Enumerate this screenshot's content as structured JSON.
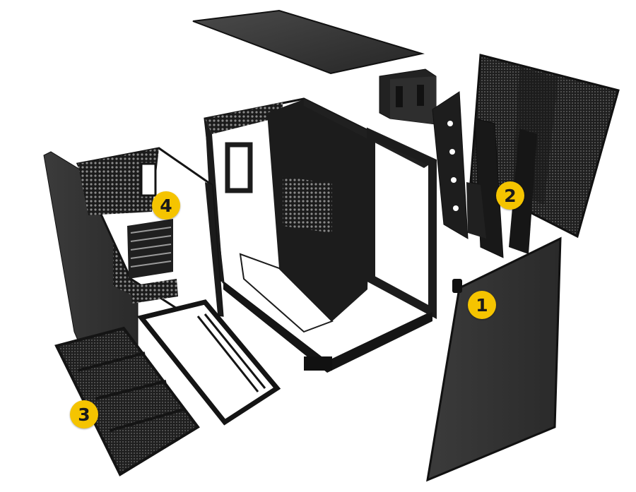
{
  "diagram": {
    "parts": [
      {
        "id": "top-glass-panel"
      },
      {
        "id": "drive-cage"
      },
      {
        "id": "fan-bracket"
      },
      {
        "id": "right-mesh-panel",
        "callout": "2"
      },
      {
        "id": "right-glass-panel",
        "callout": "1"
      },
      {
        "id": "main-chassis"
      },
      {
        "id": "left-side-panel"
      },
      {
        "id": "rear-frame",
        "callout": "4"
      },
      {
        "id": "bottom-rail"
      },
      {
        "id": "bottom-dust-filter",
        "callout": "3"
      }
    ],
    "callouts": [
      "1",
      "2",
      "3",
      "4"
    ]
  },
  "colors": {
    "badge_fill": "#f5c400",
    "badge_text": "#1a1a1a",
    "metal_dark": "#1b1b1b",
    "metal_mid": "#2b2b2b",
    "glass": "#3a3a3a",
    "background": "#ffffff"
  }
}
